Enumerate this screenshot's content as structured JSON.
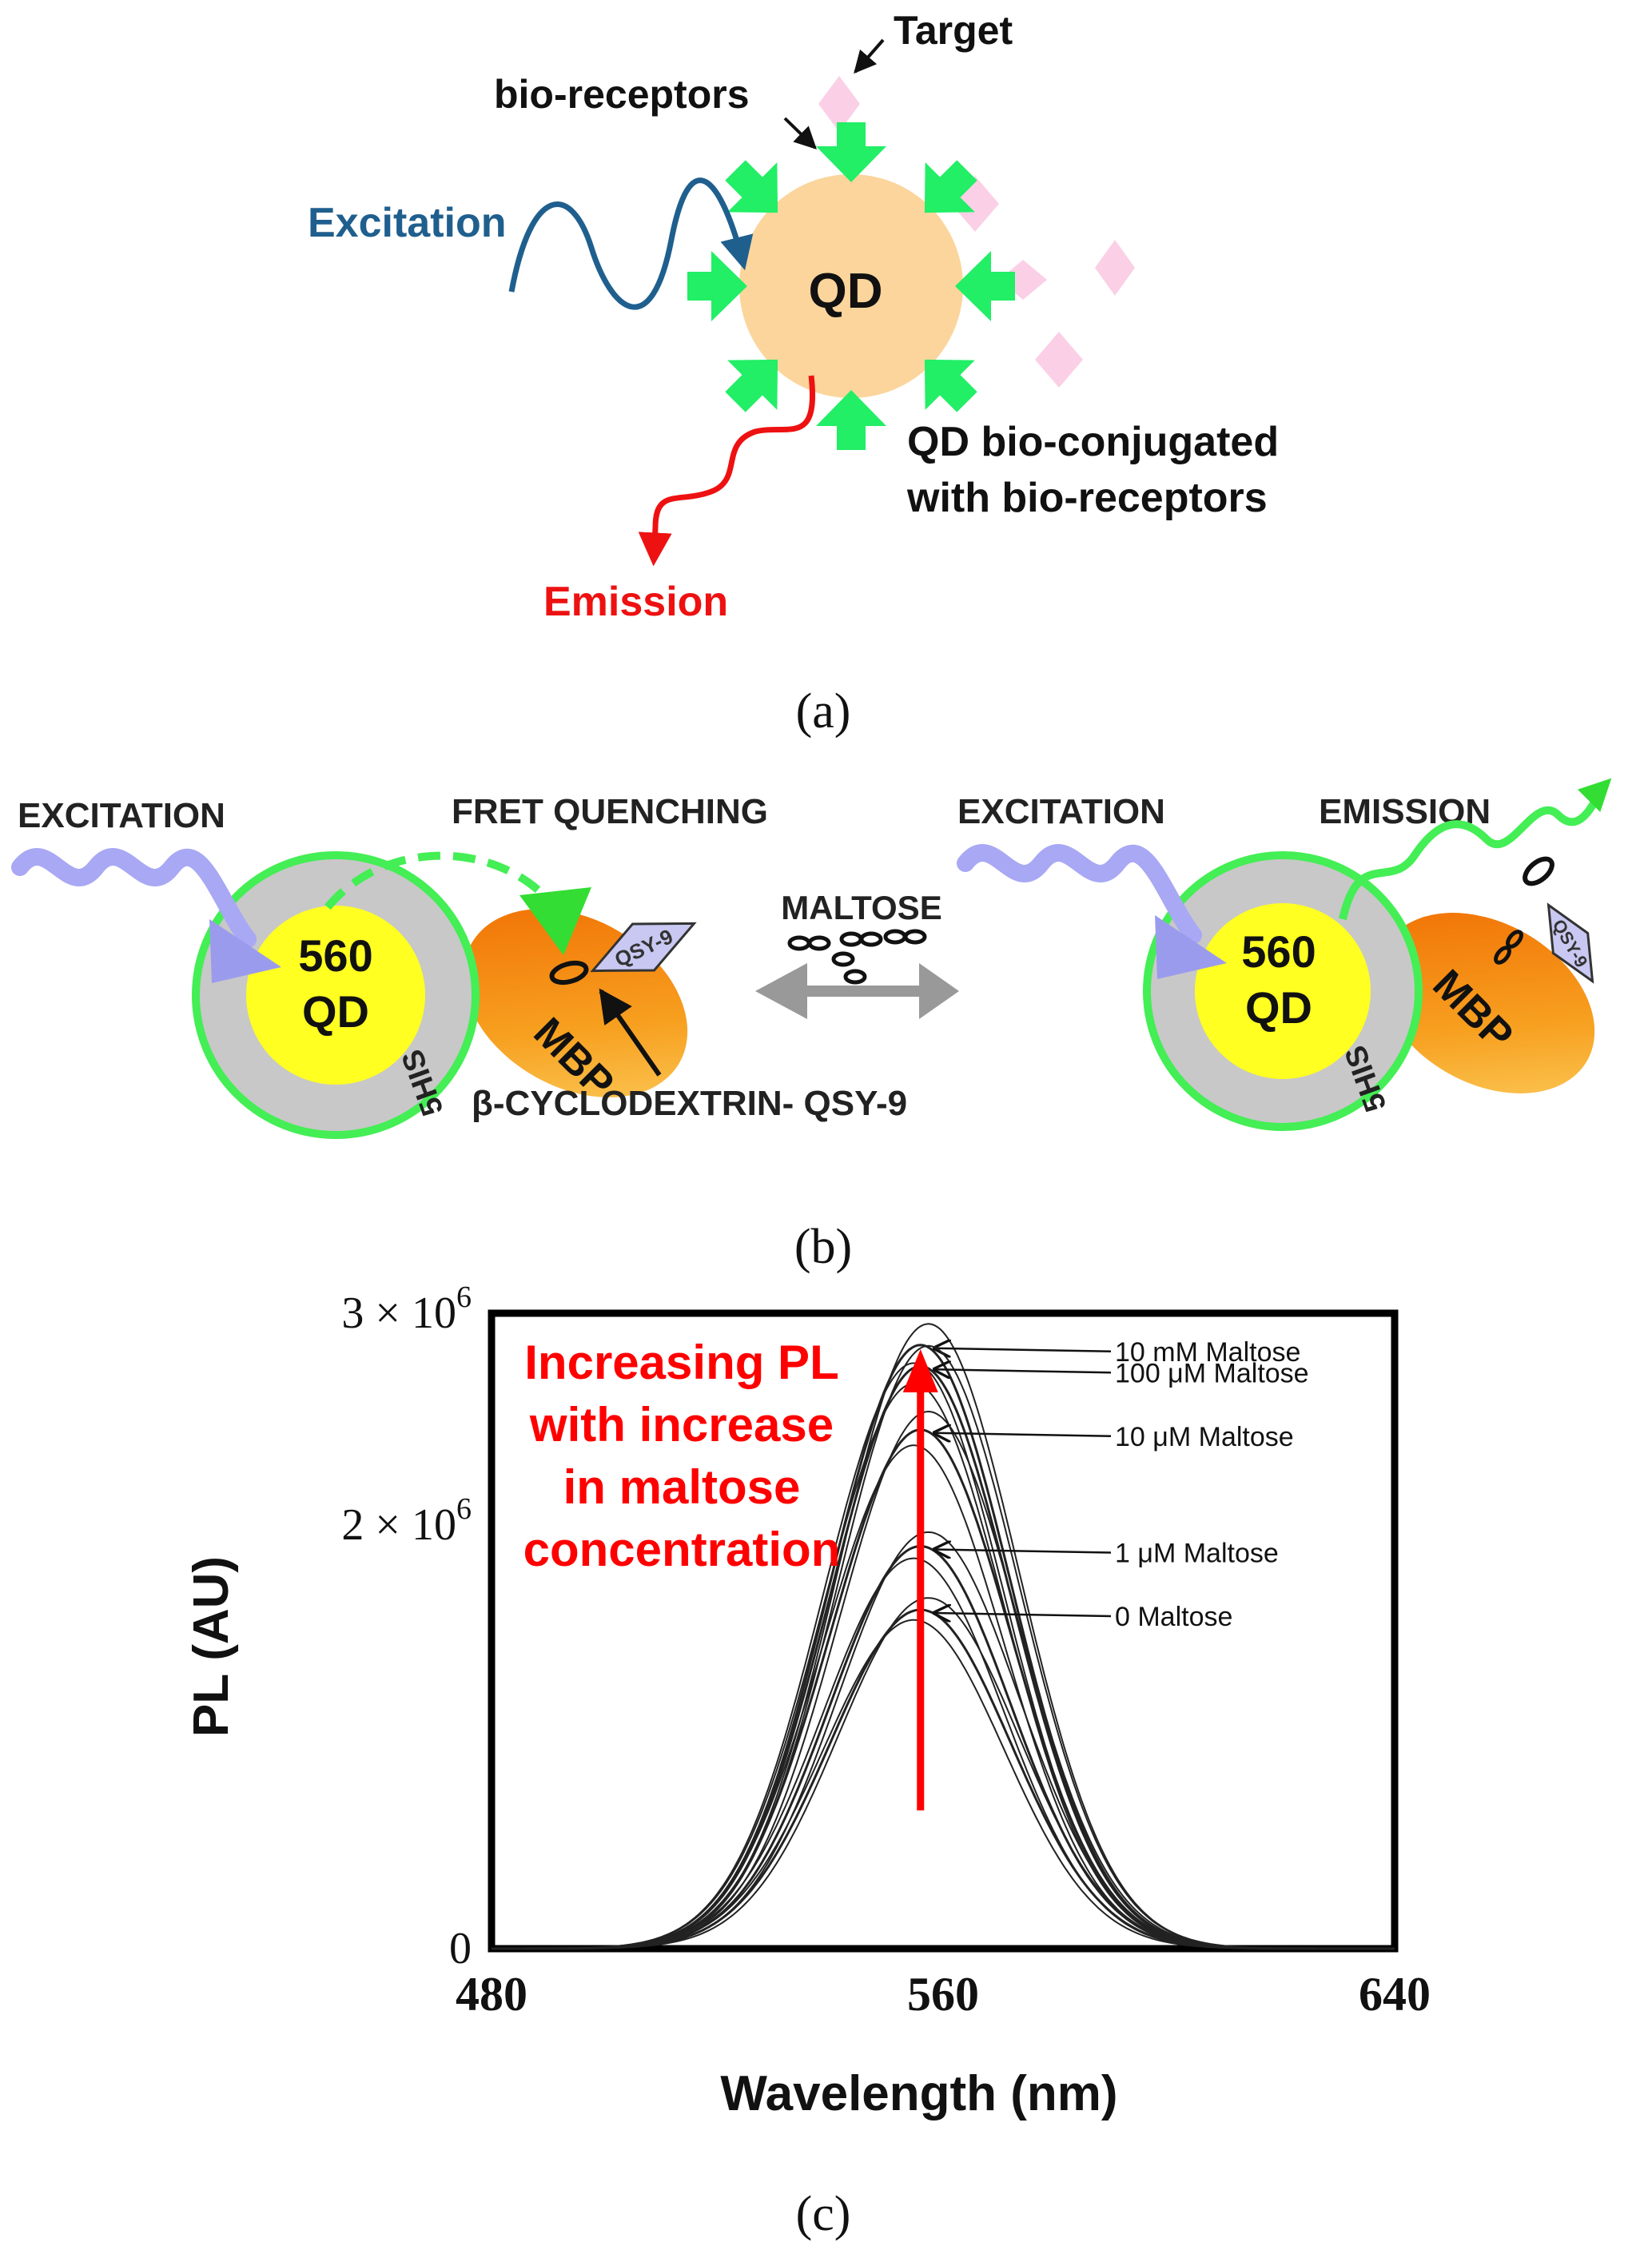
{
  "panel_a": {
    "target_label": "Target",
    "receptor_label": "bio-receptors",
    "excitation_label": "Excitation",
    "qd_label": "QD",
    "conjugate_line1": "QD bio-conjugated",
    "conjugate_line2": "with bio-receptors",
    "emission_label": "Emission",
    "caption": "(a)"
  },
  "panel_b": {
    "excitation_left": "EXCITATION",
    "fret_label": "FRET QUENCHING",
    "maltose_label": "MALTOSE",
    "excitation_right": "EXCITATION",
    "emission_label": "EMISSION",
    "qd_line1": "560",
    "qd_line2": "QD",
    "mbp_label": "MBP",
    "his_label": "5HIS",
    "qsy_label": "QSY-9",
    "cyclodextrin_label": "β-CYCLODEXTRIN- QSY-9",
    "caption": "(b)"
  },
  "panel_c": {
    "caption": "(c)",
    "annotation_lines": [
      "Increasing PL",
      "with increase",
      "in maltose",
      "concentration"
    ],
    "exponent": "6",
    "tick_mantissa": "× 10",
    "colors": {
      "annotation": "#ff0000",
      "curves": "#222222"
    }
  },
  "chart_data": {
    "type": "line",
    "xlabel": "Wavelength (nm)",
    "ylabel": "PL (AU)",
    "xlim": [
      480,
      640
    ],
    "ylim": [
      0,
      3000000
    ],
    "x_ticks": [
      "480",
      "560",
      "640"
    ],
    "y_ticks": [
      {
        "value": 0,
        "label": "0"
      },
      {
        "value": 2000000,
        "mantissa": "2"
      },
      {
        "value": 3000000,
        "mantissa": "3"
      }
    ],
    "peak_center": 556,
    "peak_sigma": 16,
    "series": [
      {
        "name": "10 mM Maltose",
        "peak": 2850000
      },
      {
        "name": "100 μM Maltose",
        "peak": 2750000
      },
      {
        "name": "10 μM Maltose",
        "peak": 2450000
      },
      {
        "name": "1 μM Maltose",
        "peak": 1900000
      },
      {
        "name": "0 Maltose",
        "peak": 1600000
      }
    ]
  }
}
